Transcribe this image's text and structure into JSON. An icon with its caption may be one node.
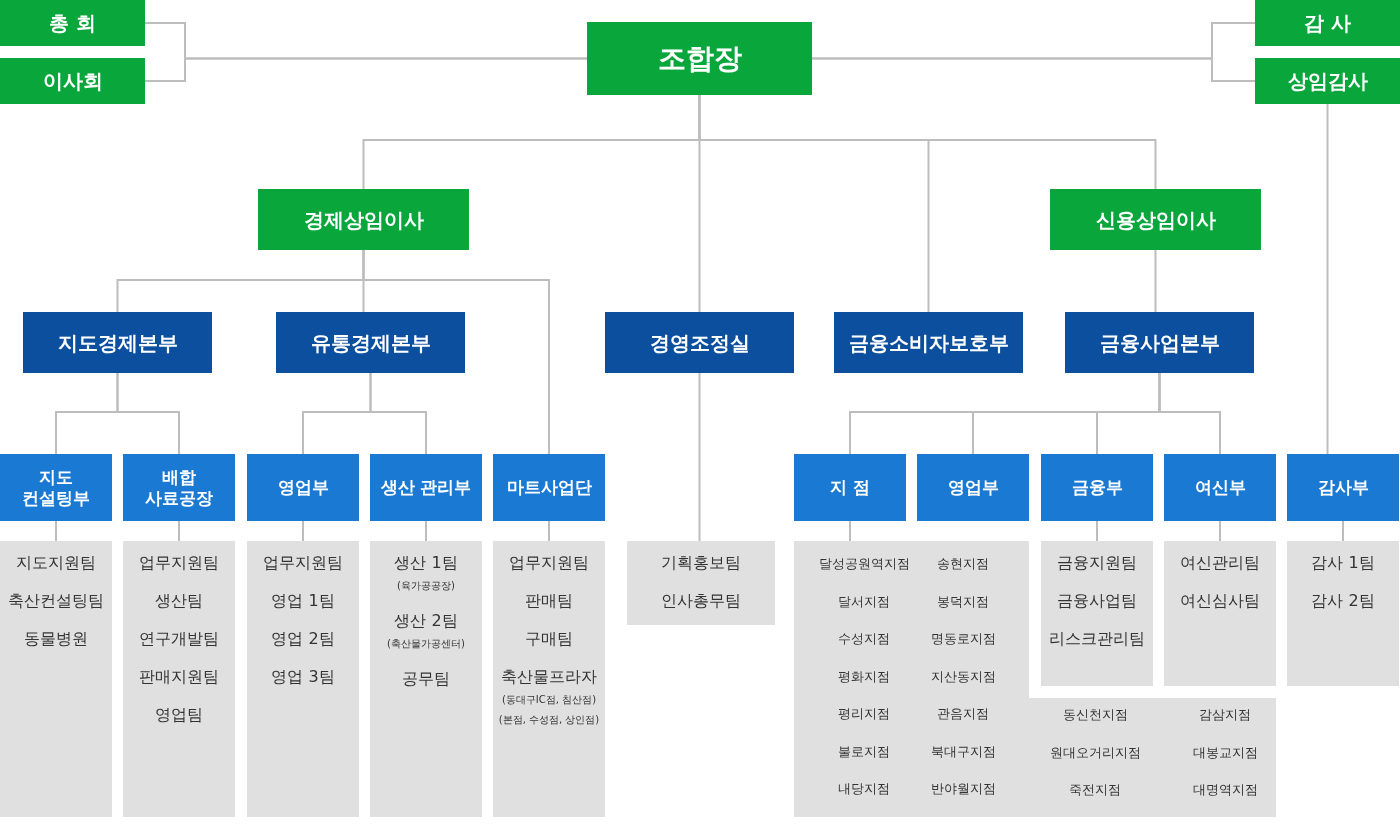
{
  "diagram": {
    "nodes": [
      {
        "text": [
          "총 회"
        ]
      },
      {
        "text": [
          "이사회"
        ]
      },
      {
        "text": [
          "조합장"
        ]
      },
      {
        "text": [
          "감 사"
        ]
      },
      {
        "text": [
          "상임감사"
        ]
      },
      {
        "text": [
          "경제상임이사"
        ]
      },
      {
        "text": [
          "신용상임이사"
        ]
      },
      {
        "text": [
          "지도경제본부"
        ]
      },
      {
        "text": [
          "유통경제본부"
        ]
      },
      {
        "text": [
          "경영조정실"
        ]
      },
      {
        "text": [
          "금융소비자보호부"
        ]
      },
      {
        "text": [
          "금융사업본부"
        ]
      },
      {
        "text": [
          "지도 컨설팅부"
        ]
      },
      {
        "text": [
          "배합 사료공장"
        ]
      },
      {
        "text": [
          "영업부"
        ]
      },
      {
        "text": [
          "생산 관리부"
        ]
      },
      {
        "text": [
          "마트사업단"
        ]
      },
      {
        "text": [
          "지 점"
        ]
      },
      {
        "text": [
          "영업부"
        ]
      },
      {
        "text": [
          "금융부"
        ]
      },
      {
        "text": [
          "여신부"
        ]
      },
      {
        "text": [
          "감사부"
        ]
      },
      {
        "text": [
          "지도지원팀",
          "축산컨설팅팀",
          "동물병원"
        ]
      },
      {
        "text": [
          "업무지원팀",
          "생산팀",
          "연구개발팀",
          "판매지원팀",
          "영업팀"
        ]
      },
      {
        "text": [
          "업무지원팀",
          "영업 1팀",
          "영업 2팀",
          "영업 3팀"
        ]
      },
      {
        "text": [
          "생산 1팀",
          "(육가공공장)",
          "생산 2팀",
          "(축산물가공센터)",
          "공무팀"
        ]
      },
      {
        "text": [
          "업무지원팀",
          "판매팀",
          "구매팀",
          "축산물프라자",
          "(동대구IC점, 침산점)",
          "(본점, 수성점, 상인점)"
        ]
      },
      {
        "text": [
          "기획홍보팀",
          "인사총무팀"
        ]
      },
      {
        "text": [
          "달성공원역지점",
          "송현지점",
          "달서지점",
          "봉덕지점",
          "수성지점",
          "명동로지점",
          "평화지점",
          "지산동지점",
          "평리지점",
          "관음지점",
          "불로지점",
          "북대구지점",
          "내당지점",
          "반야월지점",
          "동신천지점",
          "감삼지점",
          "원대오거리지점",
          "대봉교지점",
          "죽전지점",
          "대명역지점"
        ]
      },
      {
        "text": [
          "금융지원팀",
          "금융사업팀",
          "리스크관리팀"
        ]
      },
      {
        "text": [
          "여신관리팀",
          "여신심사팀"
        ]
      },
      {
        "text": [
          "감사 1팀",
          "감사 2팀"
        ]
      }
    ],
    "edges": [
      {
        "from": 0,
        "to": 2,
        "arrow": "none"
      },
      {
        "from": 1,
        "to": 2,
        "arrow": "none"
      },
      {
        "from": 3,
        "to": 2,
        "arrow": "none"
      },
      {
        "from": 4,
        "to": 2,
        "arrow": "none"
      },
      {
        "from": 2,
        "to": 5,
        "arrow": "none"
      },
      {
        "from": 2,
        "to": 9,
        "arrow": "none"
      },
      {
        "from": 2,
        "to": 10,
        "arrow": "none"
      },
      {
        "from": 2,
        "to": 6,
        "arrow": "none"
      },
      {
        "from": 4,
        "to": 21,
        "arrow": "none"
      },
      {
        "from": 5,
        "to": 7,
        "arrow": "none"
      },
      {
        "from": 5,
        "to": 8,
        "arrow": "none"
      },
      {
        "from": 5,
        "to": 16,
        "arrow": "none"
      },
      {
        "from": 6,
        "to": 11,
        "arrow": "none"
      },
      {
        "from": 7,
        "to": 12,
        "arrow": "none"
      },
      {
        "from": 7,
        "to": 13,
        "arrow": "none"
      },
      {
        "from": 8,
        "to": 14,
        "arrow": "none"
      },
      {
        "from": 8,
        "to": 15,
        "arrow": "none"
      },
      {
        "from": 11,
        "to": 17,
        "arrow": "none"
      },
      {
        "from": 11,
        "to": 18,
        "arrow": "none"
      },
      {
        "from": 11,
        "to": 19,
        "arrow": "none"
      },
      {
        "from": 11,
        "to": 20,
        "arrow": "none"
      },
      {
        "from": 12,
        "to": 22,
        "arrow": "none"
      },
      {
        "from": 13,
        "to": 23,
        "arrow": "none"
      },
      {
        "from": 14,
        "to": 24,
        "arrow": "none"
      },
      {
        "from": 15,
        "to": 25,
        "arrow": "none"
      },
      {
        "from": 16,
        "to": 26,
        "arrow": "none"
      },
      {
        "from": 9,
        "to": 27,
        "arrow": "none"
      },
      {
        "from": 17,
        "to": 28,
        "arrow": "none"
      },
      {
        "from": 19,
        "to": 29,
        "arrow": "none"
      },
      {
        "from": 20,
        "to": 30,
        "arrow": "none"
      },
      {
        "from": 21,
        "to": 31,
        "arrow": "none"
      }
    ]
  }
}
